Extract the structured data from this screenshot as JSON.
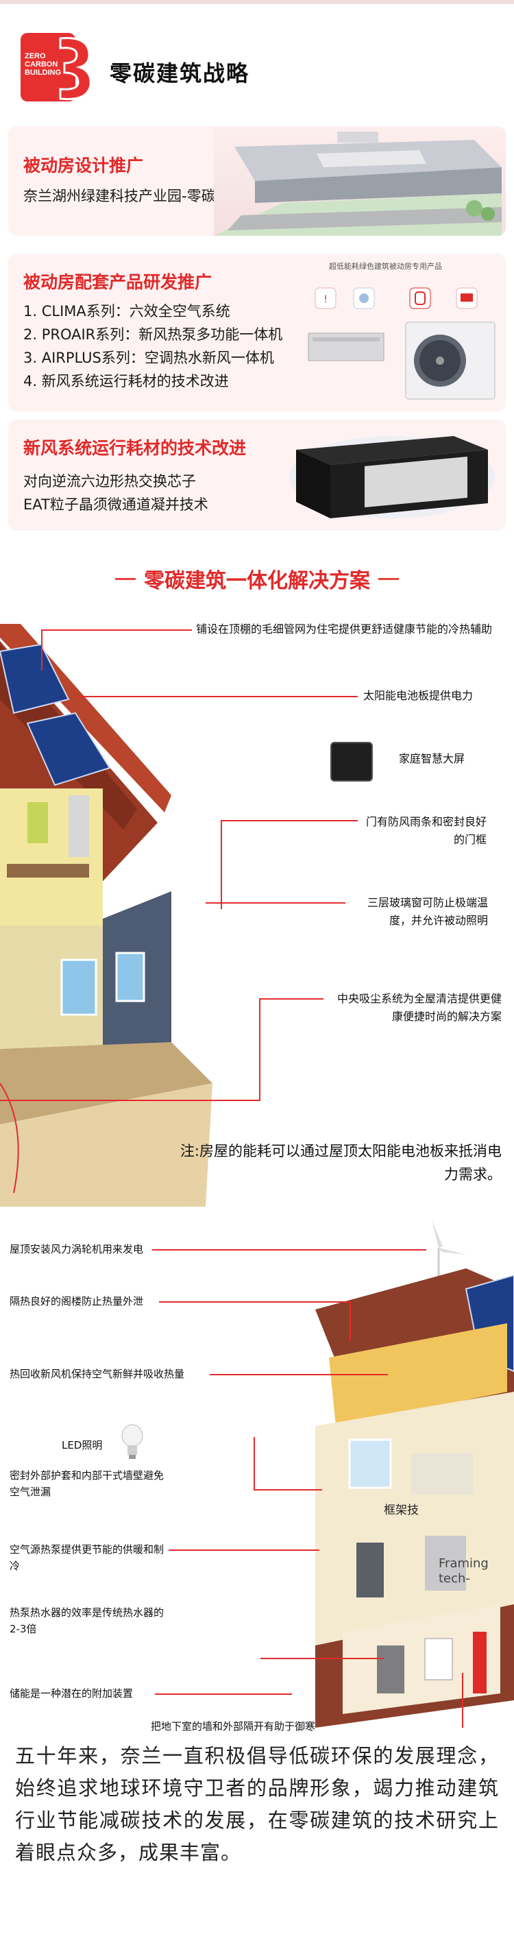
{
  "header": {
    "badge_text": "ZERO CARBON BUILDING",
    "badge_number": "3",
    "title": "零碳建筑战略"
  },
  "cards": [
    {
      "title": "被动房设计推广",
      "lines": [
        "奈兰湖州绿建科技产业园-零碳建筑体验中心"
      ]
    },
    {
      "title": "被动房配套产品研发推广",
      "lines": [
        "1. CLIMA系列：六效全空气系统",
        "2. PROAIR系列：新风热泵多功能一体机",
        "3. AIRPLUS系列：空调热水新风一体机",
        "4. 新风系统运行耗材的技术改进"
      ],
      "product_caption": "超低能耗绿色建筑被动房专用产品"
    },
    {
      "title": "新风系统运行耗材的技术改进",
      "lines": [
        "对向逆流六边形热交换芯子",
        "EAT粒子晶须微通道凝并技术"
      ]
    }
  ],
  "solution": {
    "title": "零碳建筑一体化解决方案",
    "house1": [
      "铺设在顶棚的毛细管网为住宅提供更舒适健康节能的冷热辅助",
      "太阳能电池板提供电力",
      "家庭智慧大屏",
      "门有防风雨条和密封良好的门框",
      "三层玻璃窗可防止极端温度，并允许被动照明",
      "中央吸尘系统为全屋清洁提供更健康便捷时尚的解决方案"
    ],
    "note": "注:房屋的能耗可以通过屋顶太阳能电池板来抵消电力需求。",
    "house2": [
      "屋顶安装风力涡轮机用来发电",
      "隔热良好的阁楼防止热量外泄",
      "热回收新风机保持空气新鲜并吸收热量",
      "LED照明",
      "密封外部护套和内部干式墙壁避免空气泄漏",
      "空气源热泵提供更节能的供暖和制冷",
      "热泵热水器的效率是传统热水器的2-3倍",
      "储能是一种潜在的附加装置",
      "把地下室的墙和外部隔开有助于御寒"
    ],
    "frame_label": "框架技",
    "framing_label": "Framing tech-"
  },
  "footer": {
    "text": "五十年来，奈兰一直积极倡导低碳环保的发展理念，始终追求地球环境守卫者的品牌形象，竭力推动建筑行业节能减碳技术的发展，在零碳建筑的技术研究上着眼点众多，成果丰富。"
  },
  "colors": {
    "accent": "#e02a2a",
    "card_bg": "#fff2f2",
    "roof": "#8b3e2a",
    "wall_yellow": "#f3e7a0"
  }
}
